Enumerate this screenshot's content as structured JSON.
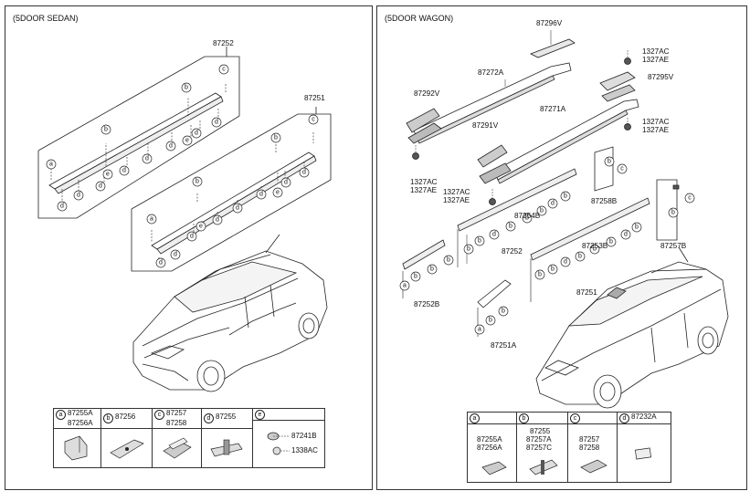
{
  "left_panel": {
    "title": "(5DOOR SEDAN)",
    "part_87252": "87252",
    "part_87251": "87251",
    "legend": {
      "a": {
        "letter": "a",
        "parts": [
          "87255A",
          "87256A"
        ]
      },
      "b": {
        "letter": "b",
        "parts": [
          "87256"
        ]
      },
      "c": {
        "letter": "c",
        "parts": [
          "87257",
          "87258"
        ]
      },
      "d": {
        "letter": "d",
        "parts": [
          "87255"
        ]
      },
      "e": {
        "letter": "e",
        "parts": [
          "87241B",
          "1338AC"
        ]
      }
    }
  },
  "right_panel": {
    "title": "(5DOOR WAGON)",
    "labels": {
      "p87296V": "87296V",
      "p1327AC_top": "1327AC",
      "p1327AE_top": "1327AE",
      "p87272A": "87272A",
      "p87295V": "87295V",
      "p87292V": "87292V",
      "p87271A": "87271A",
      "p87291V": "87291V",
      "p1327AC_mid": "1327AC",
      "p1327AE_mid": "1327AE",
      "p1327AC_left": "1327AC",
      "p1327AE_left": "1327AE",
      "p1327AC_low": "1327AC",
      "p1327AE_low": "1327AE",
      "p87254B": "87254B",
      "p87258B": "87258B",
      "p87252": "87252",
      "p87253B": "87253B",
      "p87257B": "87257B",
      "p87252B": "87252B",
      "p87251": "87251",
      "p87251A": "87251A"
    },
    "legend": {
      "a": {
        "letter": "a",
        "parts": [
          "87255A",
          "87256A"
        ]
      },
      "b": {
        "letter": "b",
        "parts": [
          "87255",
          "87257A",
          "87257C"
        ]
      },
      "c": {
        "letter": "c",
        "parts": [
          "87257",
          "87258"
        ]
      },
      "d": {
        "letter": "d",
        "parts": [
          "87232A"
        ]
      }
    }
  },
  "icons": [
    "callout-circle-a",
    "callout-circle-b",
    "callout-circle-c",
    "callout-circle-d",
    "callout-circle-e",
    "roof-rail-outline",
    "car-outline",
    "clip-icon"
  ]
}
